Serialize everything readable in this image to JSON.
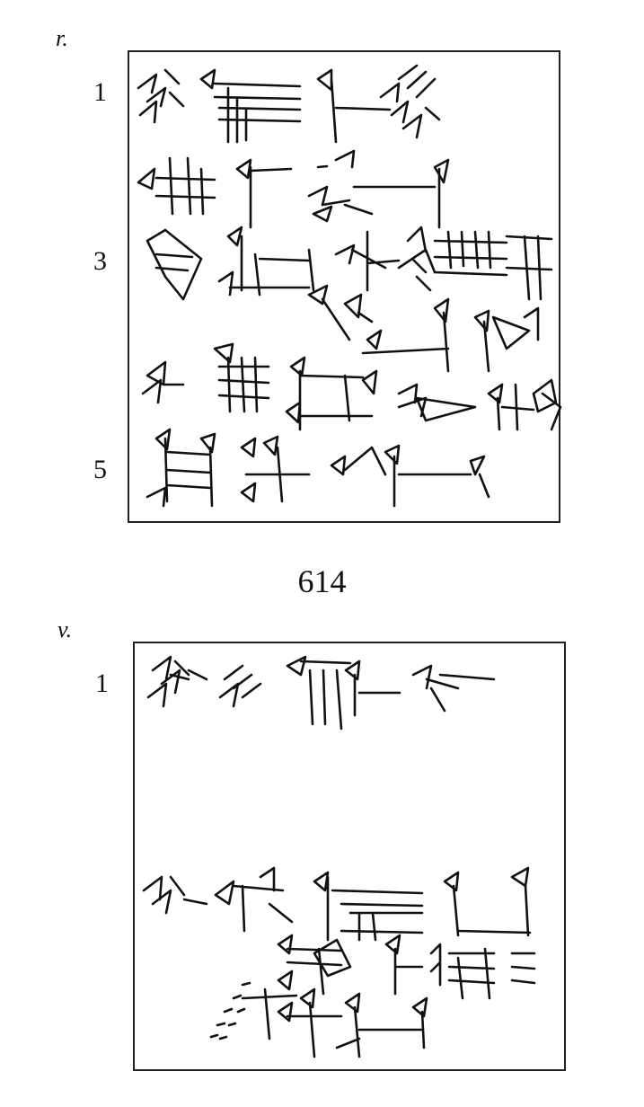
{
  "obverse": {
    "side_label": "r.",
    "line_numbers": [
      "1",
      "3",
      "5"
    ]
  },
  "tablet_number": "614",
  "reverse": {
    "side_label": "v.",
    "line_numbers": [
      "1"
    ]
  }
}
